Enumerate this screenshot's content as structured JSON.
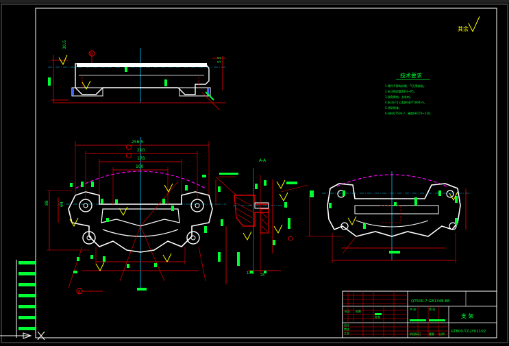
{
  "drawing": {
    "title_block": {
      "part_name": "支 架",
      "drawing_number": "GT800-TZ-JY01102",
      "code_line": "QT500-7 GB1348-88",
      "labels": {
        "design": "设计",
        "check": "审核",
        "approve": "批准",
        "process": "工艺",
        "stage": "阶段标记",
        "weight": "重量",
        "scale": "比例",
        "mark": "标记",
        "zones": "处数",
        "sheet": "共 张",
        "sheet_of": "第 张"
      }
    },
    "tech_requirements": {
      "title": "技术要求",
      "lines": [
        "1.铸件不得有砂眼、气孔等缺陷。",
        "2.未注铸造圆角R3~R5。",
        "3.锐角倒钝，去毛刺。",
        "4.未注尺寸公差按GB/T1804-m。",
        "5.涂防锈漆。",
        "6.材料QT500-7，硬度HB170~230。"
      ]
    },
    "surface_mark": "其余",
    "section_label": "A-A",
    "circle_markers": [
      "B",
      "A"
    ],
    "dimensions": {
      "d_top_left": "30.5",
      "d_top_right": "5.5",
      "d_overall": "256.5",
      "d_inner": "210",
      "d_mid": "178",
      "d_small": "100",
      "d_h1": "88",
      "d_h2": "64",
      "d_side": "13.5",
      "d_section": "25"
    },
    "colors": {
      "frame": "#ffffff",
      "outline": "#ffffff",
      "red": "#ff0000",
      "green": "#00ff33",
      "yellow": "#ffff00",
      "cyan": "#00c8ff",
      "magenta": "#ff00ff",
      "blue": "#4060ff"
    }
  }
}
